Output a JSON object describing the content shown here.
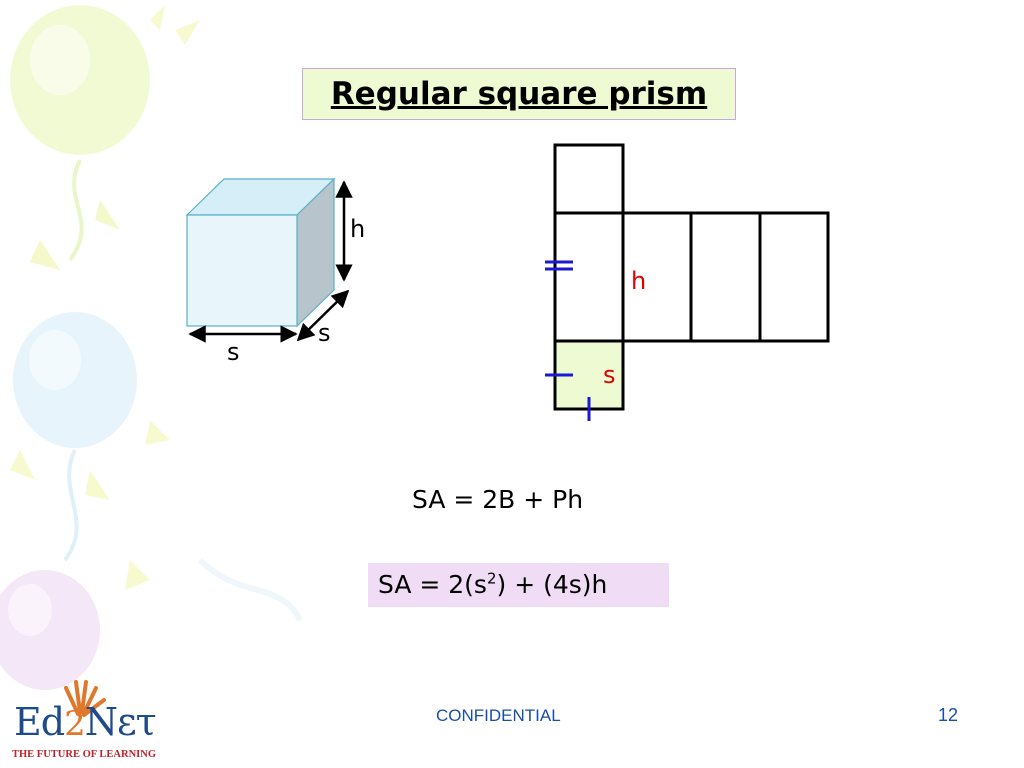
{
  "slide": {
    "title": "Regular square prism",
    "formula_general": "SA = 2B + Ph",
    "formula_specific": {
      "prefix": "SA = 2(s",
      "exponent": "2",
      "suffix": ") + (4s)h"
    },
    "footer": {
      "label": "CONFIDENTIAL",
      "page_number": "12"
    }
  },
  "prism_figure": {
    "height_label": "h",
    "width_label": "s",
    "depth_label": "s",
    "front_color": "#e8f6fc",
    "top_color": "#d6eef8",
    "side_color": "#b8c4cc"
  },
  "net_figure": {
    "height_label": "h",
    "side_label": "s",
    "label_color": "#e00000",
    "tick_color": "#1a1ad0",
    "base_fill": "#eefad2"
  },
  "logo": {
    "word_left": "Ed",
    "word_mid": "2",
    "word_right": "Nετ",
    "tagline": "THE FUTURE OF LEARNING"
  }
}
